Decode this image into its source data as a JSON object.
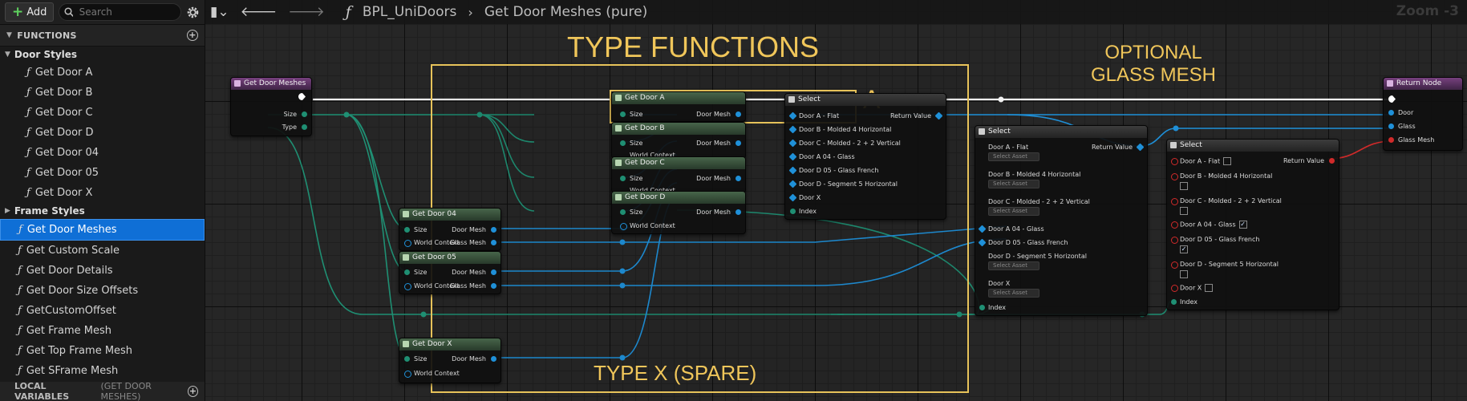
{
  "toolbar": {
    "add_label": "Add",
    "search_placeholder": "Search"
  },
  "functions_section": {
    "title": "FUNCTIONS"
  },
  "categories": {
    "door_styles": "Door Styles",
    "frame_styles": "Frame Styles"
  },
  "door_styles": [
    "Get Door A",
    "Get Door B",
    "Get Door C",
    "Get Door D",
    "Get Door 04",
    "Get Door 05",
    "Get Door X"
  ],
  "functions": [
    "Get Door Meshes",
    "Get Custom Scale",
    "Get Door Details",
    "Get Door Size Offsets",
    "GetCustomOffset",
    "Get Frame Mesh",
    "Get Top Frame Mesh",
    "Get SFrame Mesh"
  ],
  "local_vars": {
    "title": "LOCAL VARIABLES",
    "sub": "(GET DOOR MESHES)"
  },
  "breadcrumb": {
    "blueprint": "BPL_UniDoors",
    "function": "Get Door Meshes (pure)"
  },
  "zoom": "Zoom -3",
  "comments": {
    "type_functions": "TYPE FUNCTIONS",
    "optional": "OPTIONAL",
    "glass_mesh": "GLASS MESH",
    "type_x": "TYPE X (SPARE)",
    "marker_a": "A"
  },
  "nodes": {
    "entry": {
      "title": "Get Door Meshes",
      "size": "Size",
      "type": "Type"
    },
    "door_a": {
      "title": "Get Door A",
      "size": "Size",
      "out": "Door Mesh"
    },
    "door_b": {
      "title": "Get Door B",
      "size": "Size",
      "out": "Door Mesh",
      "wc": "World Context"
    },
    "door_c": {
      "title": "Get Door C",
      "size": "Size",
      "out": "Door Mesh",
      "wc": "World Context"
    },
    "door_d": {
      "title": "Get Door D",
      "size": "Size",
      "out": "Door Mesh",
      "wc": "World Context"
    },
    "door_04": {
      "title": "Get Door 04",
      "size": "Size",
      "wc": "World Context",
      "out1": "Door Mesh",
      "out2": "Glass Mesh"
    },
    "door_05": {
      "title": "Get Door 05",
      "size": "Size",
      "wc": "World Context",
      "out1": "Door Mesh",
      "out2": "Glass Mesh"
    },
    "door_x": {
      "title": "Get Door X",
      "size": "Size",
      "wc": "World Context",
      "out": "Door Mesh"
    },
    "select1": {
      "title": "Select",
      "opts": [
        "Door A - Flat",
        "Door B - Molded 4 Horizontal",
        "Door C - Molded - 2 + 2 Vertical",
        "Door A 04 - Glass",
        "Door D 05 - Glass French",
        "Door D - Segment 5 Horizontal",
        "Door X",
        "Index"
      ],
      "rv": "Return Value"
    },
    "select2": {
      "title": "Select",
      "opts": [
        "Door A - Flat",
        "Door B - Molded 4 Horizontal",
        "Door C - Molded - 2 + 2 Vertical",
        "Door A 04 - Glass",
        "Door D 05 - Glass French",
        "Door D - Segment 5 Horizontal",
        "Door X",
        "Index"
      ],
      "rv": "Return Value",
      "select_asset": "Select Asset"
    },
    "select3": {
      "title": "Select",
      "opts": [
        "Door A - Flat",
        "Door B - Molded 4 Horizontal",
        "Door C - Molded - 2 + 2 Vertical",
        "Door A 04 - Glass",
        "Door D 05 - Glass French",
        "Door D - Segment 5 Horizontal",
        "Door X",
        "Index"
      ],
      "rv": "Return Value"
    },
    "ret": {
      "title": "Return Node",
      "p1": "Door",
      "p2": "Glass",
      "p3": "Glass Mesh"
    }
  }
}
